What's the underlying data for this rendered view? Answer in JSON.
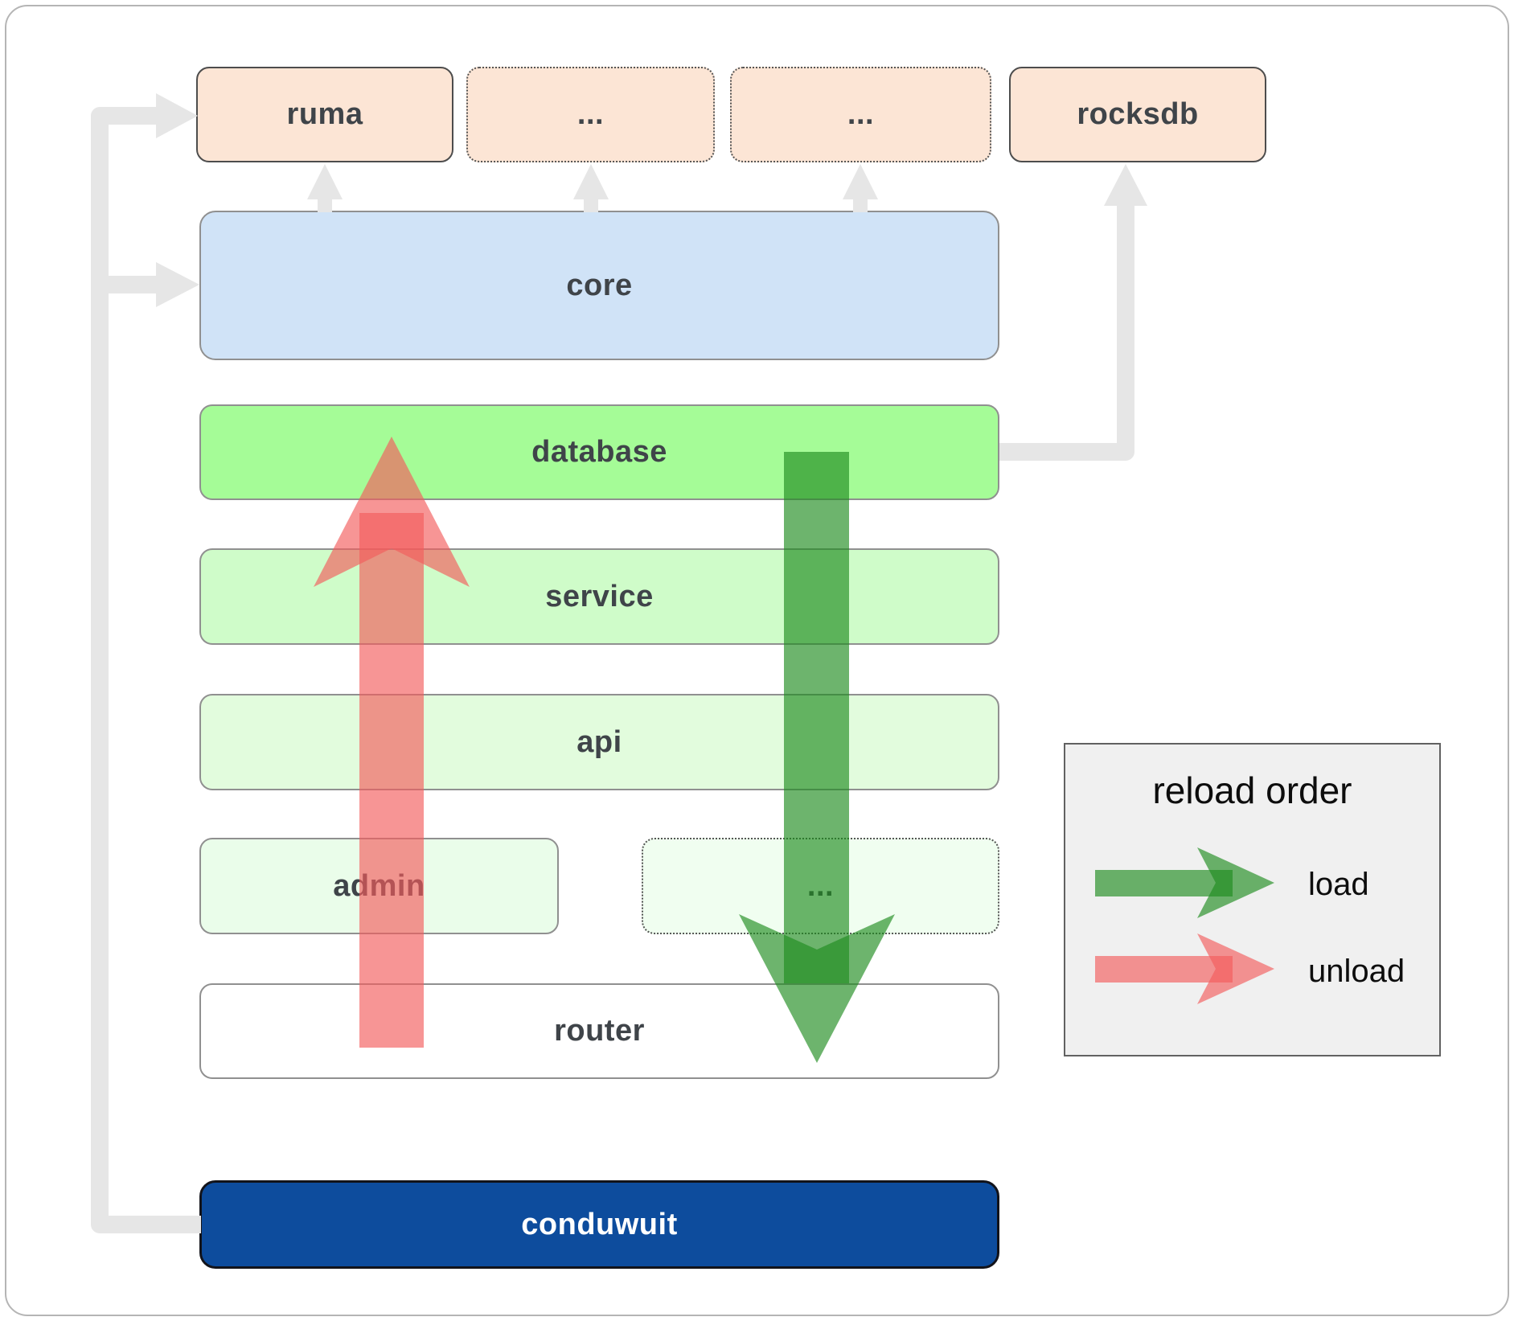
{
  "boxes": {
    "ruma": "ruma",
    "dots1": "...",
    "dots2": "...",
    "rocksdb": "rocksdb",
    "core": "core",
    "database": "database",
    "service": "service",
    "api": "api",
    "admin": "admin",
    "dots3": "...",
    "router": "router",
    "conduwuit": "conduwuit"
  },
  "legend": {
    "title": "reload order",
    "items": [
      {
        "label": "load",
        "color": "#1e8c1e"
      },
      {
        "label": "unload",
        "color": "#f25c5c"
      }
    ]
  },
  "colors": {
    "load_arrow": "rgba(30,140,30,0.65)",
    "unload_arrow": "rgba(242,92,92,0.65)",
    "connector": "#e6e6e6",
    "peach_fill": "#fce5d5",
    "core_fill": "#d0e3f7",
    "database_fill": "#a5fc97",
    "service_fill": "#cffcc9",
    "api_fill": "#e2fcdd",
    "admin_fill": "#eafdea",
    "dots_fill": "#f0fef0",
    "router_fill": "#ffffff",
    "conduwuit_fill": "#0d4c9d",
    "legend_bg": "#f0f0f0"
  }
}
